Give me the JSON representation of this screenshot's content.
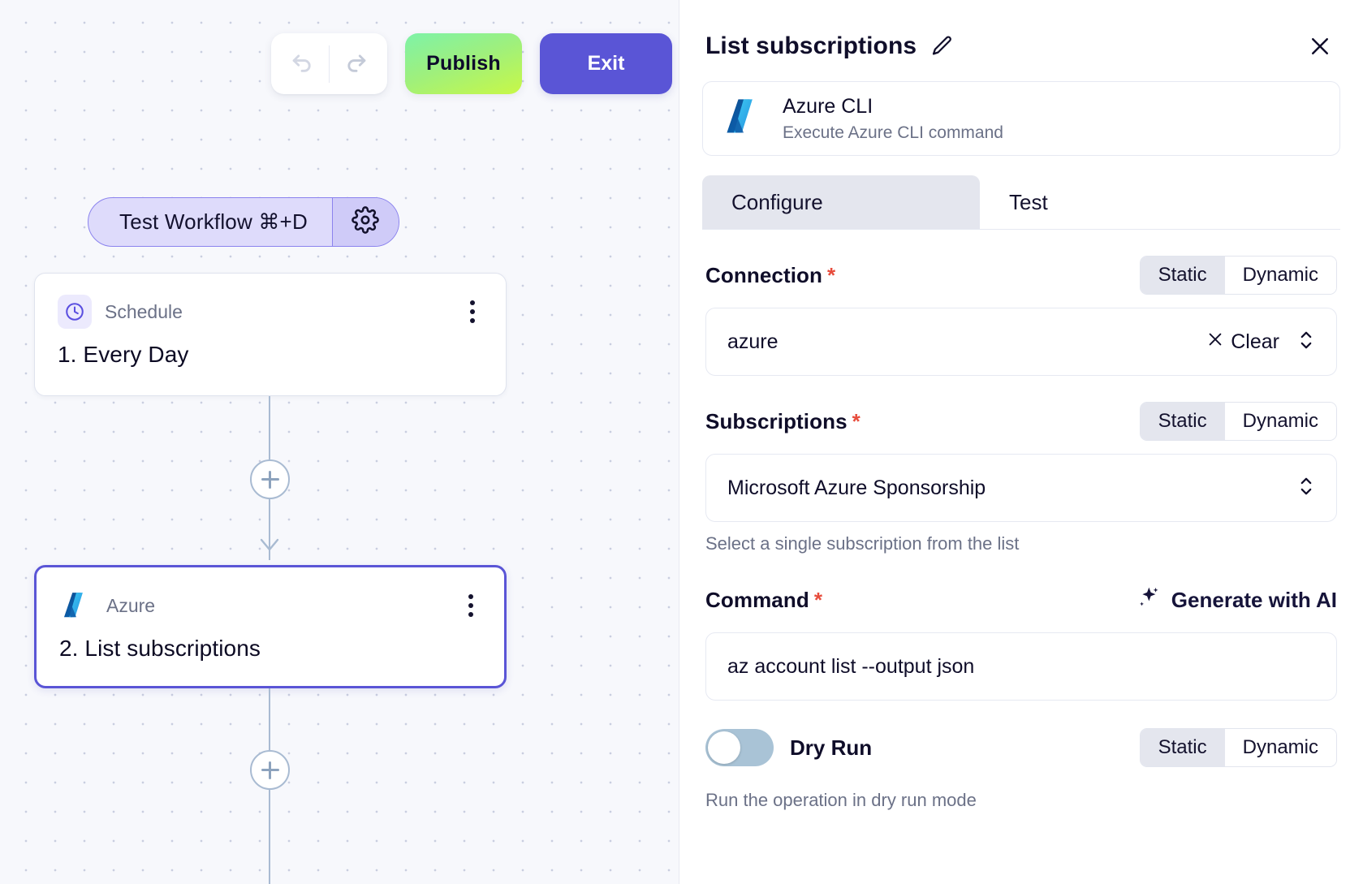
{
  "toolbar": {
    "undo_icon": "undo-arrow-icon",
    "redo_icon": "redo-arrow-icon",
    "publish_label": "Publish",
    "exit_label": "Exit"
  },
  "canvas": {
    "test_pill": {
      "label": "Test Workflow ⌘+D",
      "gear_icon": "gear-icon"
    },
    "nodes": [
      {
        "kind": "Schedule",
        "title": "1. Every Day",
        "icon": "clock-icon",
        "menu_icon": "kebab-menu-icon"
      },
      {
        "kind": "Azure",
        "title": "2. List subscriptions",
        "icon": "azure-logo-icon",
        "menu_icon": "kebab-menu-icon"
      }
    ],
    "add_node_label": "+"
  },
  "panel": {
    "title": "List subscriptions",
    "edit_icon": "pencil-edit-icon",
    "close_icon": "close-x-icon",
    "integration": {
      "name": "Azure CLI",
      "description": "Execute Azure CLI command",
      "icon": "azure-logo-icon"
    },
    "tabs": [
      {
        "label": "Configure",
        "active": true
      },
      {
        "label": "Test",
        "active": false
      }
    ],
    "fields": {
      "connection": {
        "label": "Connection",
        "required": "*",
        "mode_static": "Static",
        "mode_dynamic": "Dynamic",
        "active_mode": "Static",
        "value": "azure",
        "clear_label": "Clear",
        "clear_icon": "close-x-icon",
        "stepper_icon": "chevron-updown-icon"
      },
      "subscriptions": {
        "label": "Subscriptions",
        "required": "*",
        "mode_static": "Static",
        "mode_dynamic": "Dynamic",
        "active_mode": "Static",
        "value": "Microsoft Azure Sponsorship",
        "helper": "Select a single subscription from the list",
        "stepper_icon": "chevron-updown-icon"
      },
      "command": {
        "label": "Command",
        "required": "*",
        "generate_label": "Generate with AI",
        "generate_icon": "sparkle-ai-icon",
        "value": "az account list --output json"
      },
      "dry_run": {
        "label": "Dry Run",
        "enabled": false,
        "mode_static": "Static",
        "mode_dynamic": "Dynamic",
        "active_mode": "Static",
        "helper": "Run the operation in dry run mode"
      }
    }
  },
  "colors": {
    "accent_purple": "#5a55d6",
    "publish_green": "#9ff07c",
    "required_red": "#e74c3c",
    "azure_blue": "#0f7fd4"
  }
}
